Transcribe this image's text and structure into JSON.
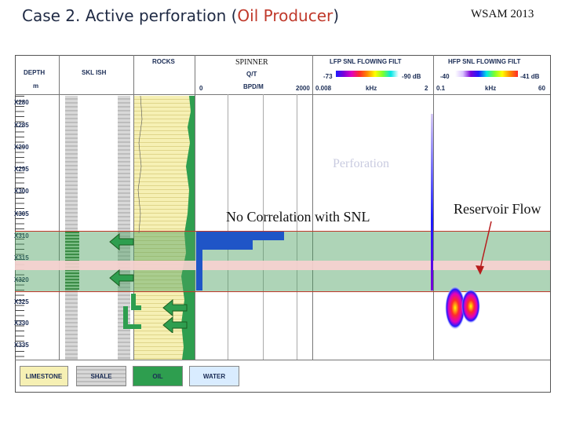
{
  "title": {
    "prefix": "Case 2. Active perforation (",
    "highlight": "Oil Producer",
    "suffix": ")"
  },
  "conference": "WSAM 2013",
  "tracks": {
    "depth": {
      "name": "DEPTH",
      "unit": "m"
    },
    "shale": {
      "name": "SKL ISH"
    },
    "rocks": {
      "name": "ROCKS"
    },
    "spinner": {
      "name": "SPINNER",
      "curve": "Q/T",
      "unit": "BPD/M",
      "min": "0",
      "max": "2000"
    },
    "lfp": {
      "name": "LFP SNL FLOWING FILT",
      "scale_min": "-73",
      "scale_max": "-90 dB",
      "unit": "kHz",
      "range_min": "0.008",
      "range_max": "2"
    },
    "hfp": {
      "name": "HFP SNL FLOWING FILT",
      "scale_min": "-40",
      "scale_max": "-41 dB",
      "unit": "kHz",
      "range_min": "0.1",
      "range_max": "60"
    }
  },
  "depths": [
    "X280",
    "X285",
    "X290",
    "X295",
    "X300",
    "X305",
    "X310",
    "X315",
    "X320",
    "X325",
    "X330",
    "X335"
  ],
  "legend": [
    "LIMESTONE",
    "SHALE",
    "OIL",
    "WATER"
  ],
  "annotations": {
    "perforation": "Perforation",
    "no_correlation": "No Correlation with SNL",
    "reservoir_flow": "Reservoir Flow"
  }
}
